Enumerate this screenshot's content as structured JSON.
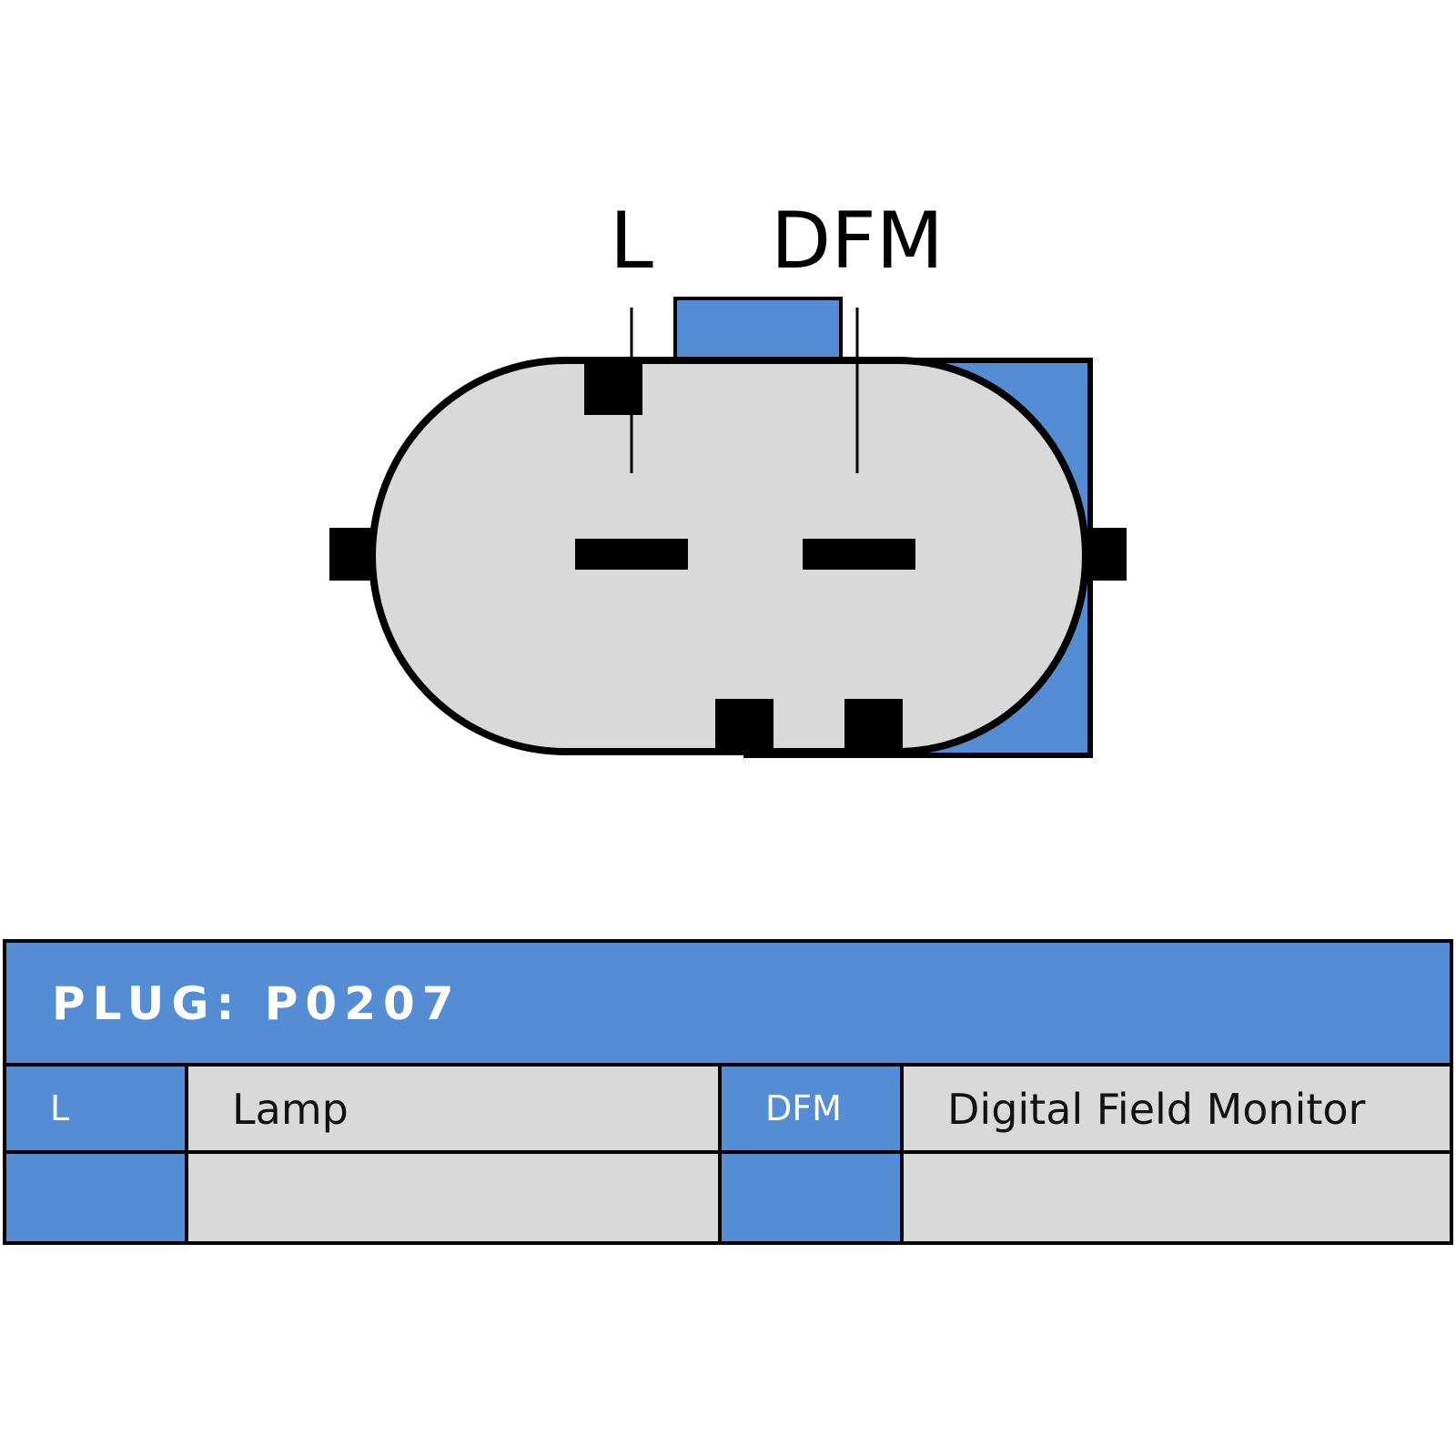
{
  "colors": {
    "accent_blue": "#558dd5",
    "housing_gray": "#d9d9d9",
    "outline_black": "#000000",
    "header_text": "#ffffff"
  },
  "connector": {
    "pin_labels": [
      "L",
      "DFM"
    ]
  },
  "plug_table": {
    "title": "PLUG: P0207",
    "rows": [
      {
        "code_1": "L",
        "desc_1": "Lamp",
        "code_2": "DFM",
        "desc_2": "Digital Field Monitor"
      },
      {
        "code_1": "",
        "desc_1": "",
        "code_2": "",
        "desc_2": ""
      }
    ]
  }
}
